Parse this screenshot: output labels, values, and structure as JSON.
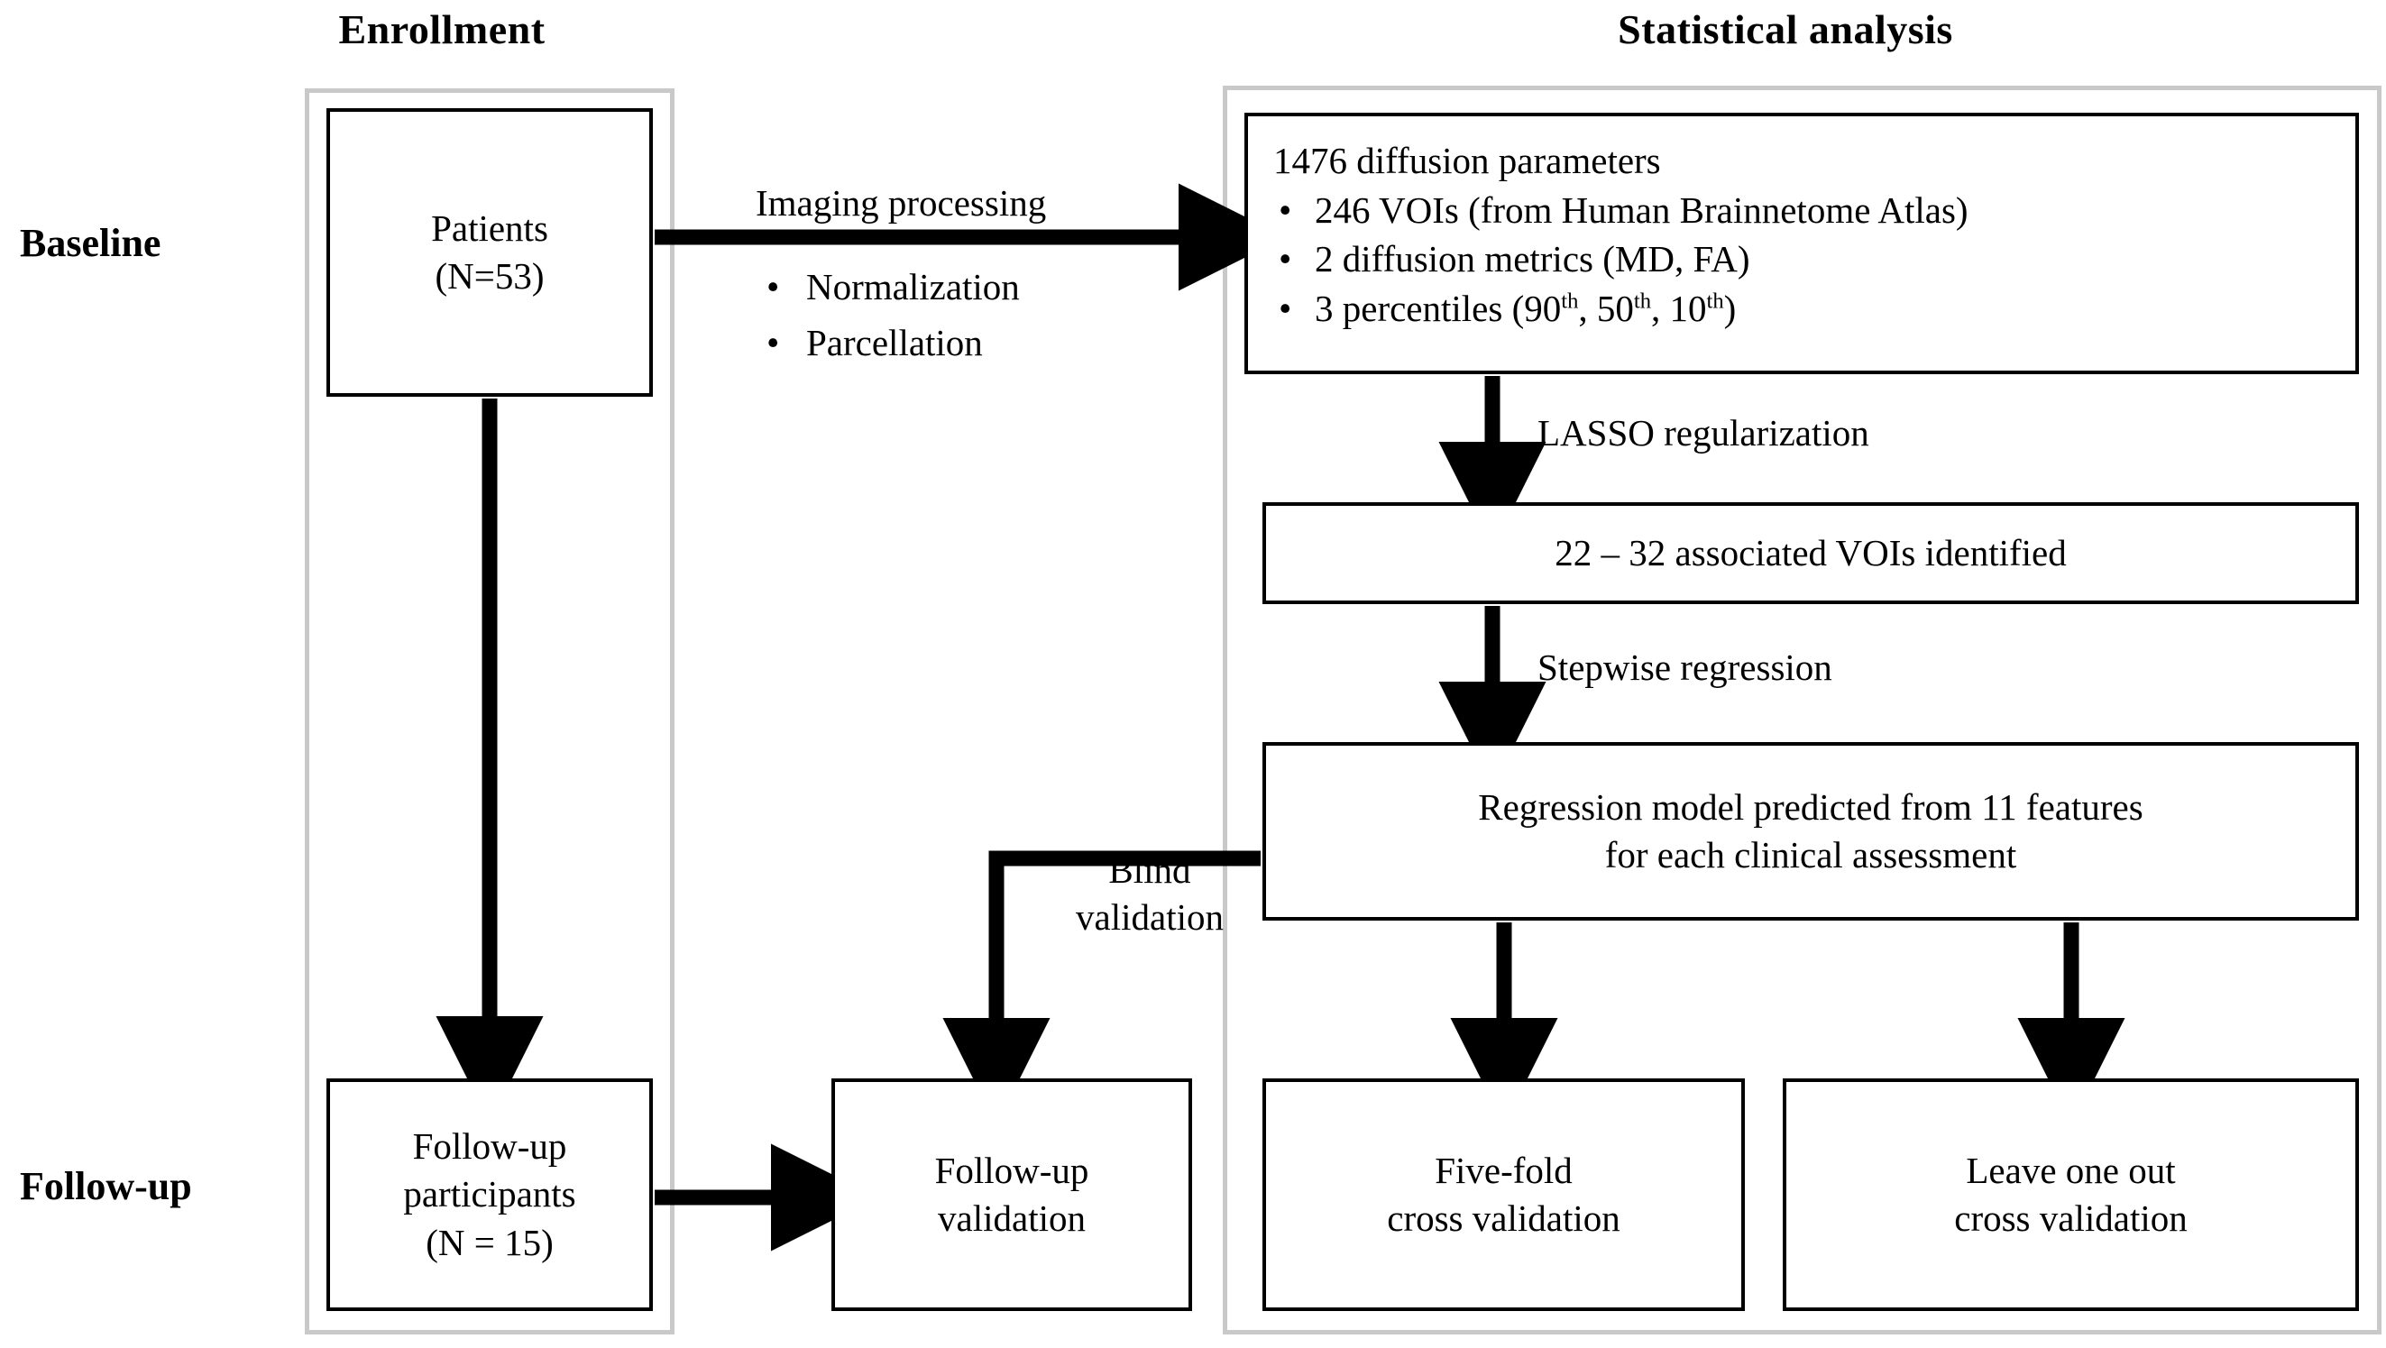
{
  "figure": {
    "type": "flowchart",
    "sections": {
      "enrollment_title": "Enrollment",
      "statistical_title": "Statistical analysis"
    },
    "row_labels": {
      "baseline": "Baseline",
      "followup": "Follow-up"
    },
    "colors": {
      "stroke": "#000000",
      "group_frame": "#c9c9c9",
      "background": "#ffffff"
    }
  },
  "boxes": {
    "patients": {
      "line1": "Patients",
      "line2": "(N=53)"
    },
    "followup_participants": {
      "line1": "Follow-up",
      "line2": "participants",
      "line3": "(N = 15)"
    },
    "followup_validation": {
      "line1": "Follow-up",
      "line2": "validation"
    },
    "diffusion_parameters": {
      "heading": "1476 diffusion parameters",
      "items": [
        {
          "bullet": "•",
          "text": "246 VOIs (from Human Brainnetome Atlas)"
        },
        {
          "bullet": "•",
          "text": "2 diffusion metrics (MD, FA)"
        },
        {
          "bullet": "•",
          "text_prefix": "3 percentiles (90",
          "sup1": "th",
          "mid1": ", 50",
          "sup2": "th",
          "mid2": ", 10",
          "sup3": "th",
          "suffix": ")"
        }
      ]
    },
    "associated_vois": {
      "line1": "22 – 32 associated VOIs identified"
    },
    "regression_model": {
      "line1": "Regression model predicted from 11 features",
      "line2": "for each clinical assessment"
    },
    "five_fold": {
      "line1": "Five-fold",
      "line2": "cross validation"
    },
    "leave_one_out": {
      "line1": "Leave one out",
      "line2": "cross validation"
    }
  },
  "connectors": {
    "imaging_processing": {
      "label": "Imaging processing",
      "steps": [
        {
          "bullet": "•",
          "text": "Normalization"
        },
        {
          "bullet": "•",
          "text": "Parcellation"
        }
      ]
    },
    "lasso": "LASSO regularization",
    "stepwise": "Stepwise regression",
    "blind_validation": {
      "line1": "Blind",
      "line2": "validation"
    }
  }
}
